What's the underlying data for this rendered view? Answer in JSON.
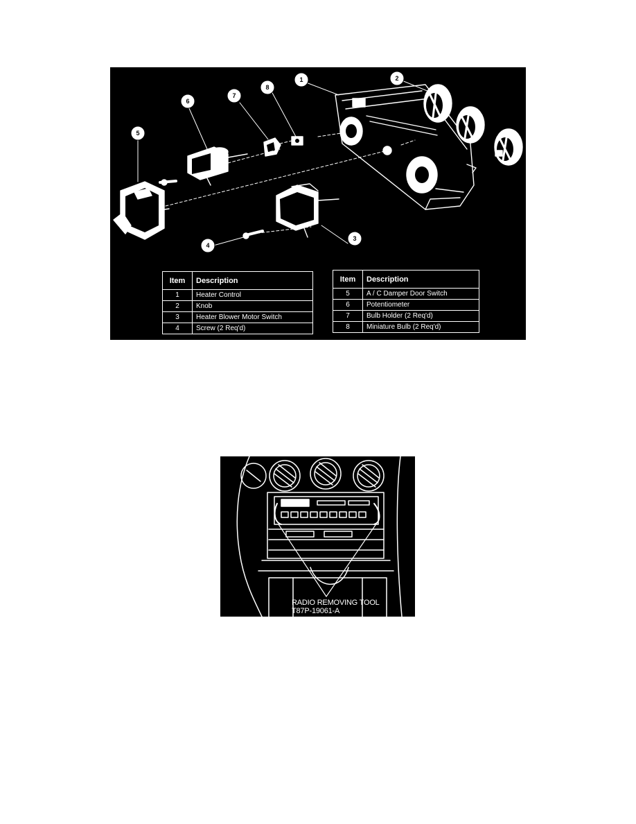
{
  "figure1": {
    "callouts": [
      "1",
      "2",
      "3",
      "4",
      "5",
      "6",
      "7",
      "8"
    ],
    "table_left": {
      "header_item": "Item",
      "header_description": "Description",
      "rows": [
        {
          "item": "1",
          "description": "Heater Control"
        },
        {
          "item": "2",
          "description": "Knob"
        },
        {
          "item": "3",
          "description": "Heater Blower Motor Switch"
        },
        {
          "item": "4",
          "description": "Screw (2 Req'd)"
        }
      ]
    },
    "table_right": {
      "header_item": "Item",
      "header_description": "Description",
      "rows": [
        {
          "item": "5",
          "description": "A / C Damper Door Switch"
        },
        {
          "item": "6",
          "description": "Potentiometer"
        },
        {
          "item": "7",
          "description": "Bulb Holder (2 Req'd)"
        },
        {
          "item": "8",
          "description": "Miniature Bulb (2 Req'd)"
        }
      ]
    }
  },
  "figure2": {
    "caption_line1": "RADIO REMOVING TOOL",
    "caption_line2": "T87P-19061-A"
  },
  "colors": {
    "figure_background": "#000000",
    "line_art": "#ffffff"
  }
}
